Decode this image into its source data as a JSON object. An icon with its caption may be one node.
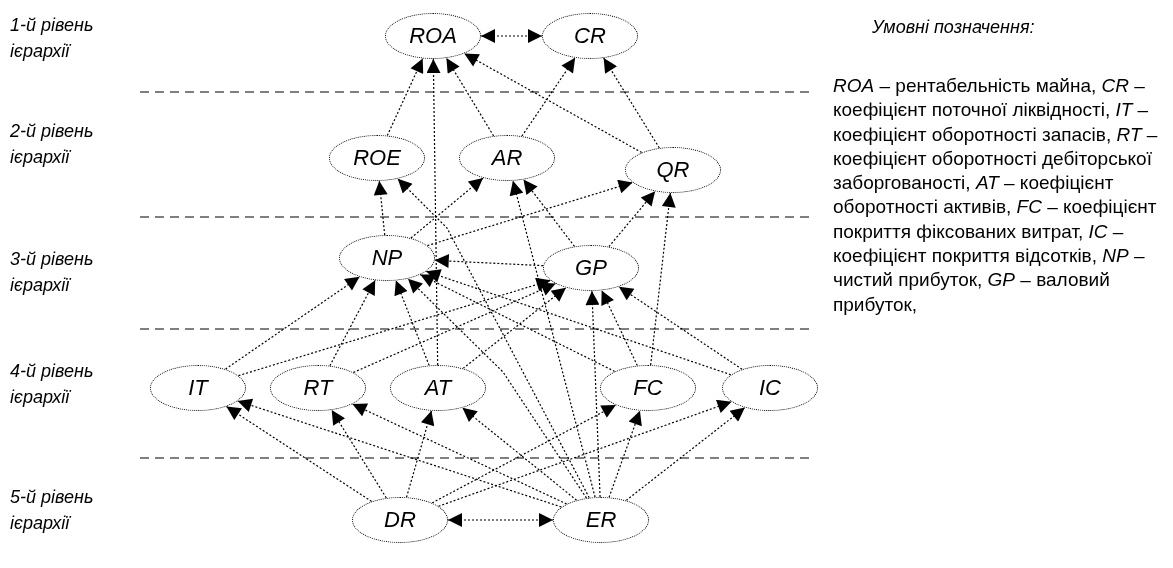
{
  "diagram": {
    "nodes": [
      {
        "text": [
          "ROA"
        ]
      },
      {
        "text": [
          "CR"
        ]
      },
      {
        "text": [
          "ROE"
        ]
      },
      {
        "text": [
          "AR"
        ]
      },
      {
        "text": [
          "QR"
        ]
      },
      {
        "text": [
          "NP"
        ]
      },
      {
        "text": [
          "GP"
        ]
      },
      {
        "text": [
          "IT"
        ]
      },
      {
        "text": [
          "RT"
        ]
      },
      {
        "text": [
          "AT"
        ]
      },
      {
        "text": [
          "FC"
        ]
      },
      {
        "text": [
          "IC"
        ]
      },
      {
        "text": [
          "DR"
        ]
      },
      {
        "text": [
          "ER"
        ]
      }
    ],
    "edges": [
      {
        "from": 0,
        "to": 1,
        "arrow": "both"
      },
      {
        "from": 2,
        "to": 0,
        "arrow": "to"
      },
      {
        "from": 9,
        "to": 0,
        "arrow": "to"
      },
      {
        "from": 3,
        "to": 0,
        "arrow": "to"
      },
      {
        "from": 4,
        "to": 0,
        "arrow": "to"
      },
      {
        "from": 3,
        "to": 1,
        "arrow": "to"
      },
      {
        "from": 4,
        "to": 1,
        "arrow": "to"
      },
      {
        "from": 5,
        "to": 2,
        "arrow": "to"
      },
      {
        "from": 13,
        "to": 2,
        "arrow": "to"
      },
      {
        "from": 5,
        "to": 3,
        "arrow": "to"
      },
      {
        "from": 6,
        "to": 3,
        "arrow": "to"
      },
      {
        "from": 13,
        "to": 3,
        "arrow": "to"
      },
      {
        "from": 5,
        "to": 4,
        "arrow": "to"
      },
      {
        "from": 6,
        "to": 4,
        "arrow": "to"
      },
      {
        "from": 10,
        "to": 4,
        "arrow": "to"
      },
      {
        "from": 6,
        "to": 5,
        "arrow": "to"
      },
      {
        "from": 7,
        "to": 5,
        "arrow": "to"
      },
      {
        "from": 8,
        "to": 5,
        "arrow": "to"
      },
      {
        "from": 9,
        "to": 5,
        "arrow": "to"
      },
      {
        "from": 10,
        "to": 5,
        "arrow": "to"
      },
      {
        "from": 11,
        "to": 5,
        "arrow": "to"
      },
      {
        "from": 13,
        "to": 5,
        "arrow": "to"
      },
      {
        "from": 7,
        "to": 6,
        "arrow": "to"
      },
      {
        "from": 8,
        "to": 6,
        "arrow": "to"
      },
      {
        "from": 9,
        "to": 6,
        "arrow": "to"
      },
      {
        "from": 10,
        "to": 6,
        "arrow": "to"
      },
      {
        "from": 11,
        "to": 6,
        "arrow": "to"
      },
      {
        "from": 13,
        "to": 6,
        "arrow": "to"
      },
      {
        "from": 12,
        "to": 7,
        "arrow": "to"
      },
      {
        "from": 12,
        "to": 8,
        "arrow": "to"
      },
      {
        "from": 12,
        "to": 9,
        "arrow": "to"
      },
      {
        "from": 12,
        "to": 10,
        "arrow": "to"
      },
      {
        "from": 12,
        "to": 11,
        "arrow": "to"
      },
      {
        "from": 13,
        "to": 7,
        "arrow": "to"
      },
      {
        "from": 13,
        "to": 8,
        "arrow": "to"
      },
      {
        "from": 13,
        "to": 9,
        "arrow": "to"
      },
      {
        "from": 13,
        "to": 10,
        "arrow": "to"
      },
      {
        "from": 13,
        "to": 11,
        "arrow": "to"
      },
      {
        "from": 12,
        "to": 13,
        "arrow": "both"
      }
    ],
    "labels": [
      "1-й рівень ієрархії",
      "2-й рівень ієрархії",
      "3-й рівень ієрархії",
      "4-й рівень ієрархії",
      "5-й рівень ієрархії",
      "Умовні позначення:",
      "*ROA* – рентабельність майна, *CR* – коефіцієнт поточної ліквідності, *IT* – коефіцієнт оборотності запасів, *RT* – коефіцієнт оборотності дебіторської заборгованості, *AT* – коефіцієнт оборотності активів, *FC* – коефіцієнт покриття фіксованих витрат, *IC* – коефіцієнт покриття відсотків, *NP* – чистий прибуток, *GP* – валовий прибуток,"
    ]
  }
}
